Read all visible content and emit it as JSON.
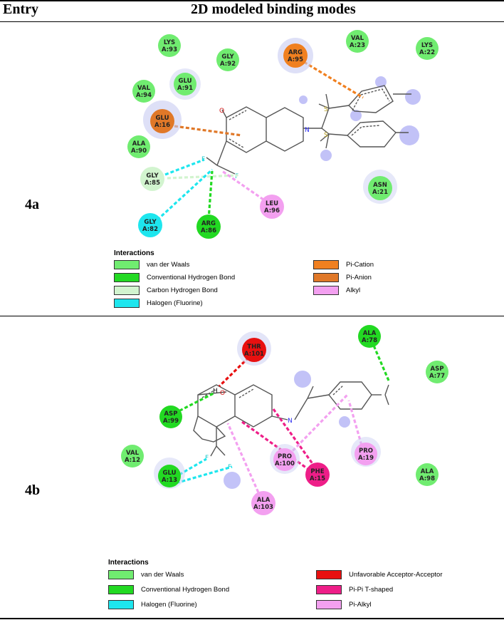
{
  "header": {
    "entry": "Entry",
    "modes": "2D modeled binding modes"
  },
  "colors": {
    "vdw": "#70ec70",
    "hbond": "#22d922",
    "carbon_hbond": "#d2f4cf",
    "halogen": "#1ee6ee",
    "pi_cation": "#f08020",
    "pi_anion": "#e07828",
    "alkyl": "#f3a0f0",
    "unfavorable": "#e81010",
    "pipi_t": "#ee1e88",
    "pi_alkyl": "#f3a0f0"
  },
  "entries": [
    {
      "label": "4a",
      "atoms": {
        "o_top": "O",
        "f1": "F",
        "f2": "F",
        "n": "N",
        "s1": "S",
        "s2": "S"
      },
      "residues": [
        {
          "id": "LYS A:93",
          "line1": "LYS",
          "line2": "A:93",
          "type": "vdw"
        },
        {
          "id": "GLY A:92",
          "line1": "GLY",
          "line2": "A:92",
          "type": "vdw"
        },
        {
          "id": "VAL A:23",
          "line1": "VAL",
          "line2": "A:23",
          "type": "vdw"
        },
        {
          "id": "LYS A:22",
          "line1": "LYS",
          "line2": "A:22",
          "type": "vdw"
        },
        {
          "id": "ARG A:95",
          "line1": "ARG",
          "line2": "A:95",
          "type": "pi_cation"
        },
        {
          "id": "GLU A:91",
          "line1": "GLU",
          "line2": "A:91",
          "type": "vdw"
        },
        {
          "id": "VAL A:94",
          "line1": "VAL",
          "line2": "A:94",
          "type": "vdw"
        },
        {
          "id": "GLU A:16",
          "line1": "GLU",
          "line2": "A:16",
          "type": "pi_anion"
        },
        {
          "id": "ALA A:90",
          "line1": "ALA",
          "line2": "A:90",
          "type": "vdw"
        },
        {
          "id": "GLY A:85",
          "line1": "GLY",
          "line2": "A:85",
          "type": "carbon_hbond"
        },
        {
          "id": "ASN A:21",
          "line1": "ASN",
          "line2": "A:21",
          "type": "vdw"
        },
        {
          "id": "LEU A:96",
          "line1": "LEU",
          "line2": "A:96",
          "type": "alkyl"
        },
        {
          "id": "GLY A:82",
          "line1": "GLY",
          "line2": "A:82",
          "type": "halogen"
        },
        {
          "id": "ARG A:86",
          "line1": "ARG",
          "line2": "A:86",
          "type": "hbond"
        }
      ],
      "legend": {
        "title": "Interactions",
        "items": [
          {
            "label": "van der Waals",
            "type": "vdw"
          },
          {
            "label": "Conventional Hydrogen Bond",
            "type": "hbond"
          },
          {
            "label": "Carbon Hydrogen Bond",
            "type": "carbon_hbond"
          },
          {
            "label": "Halogen (Fluorine)",
            "type": "halogen"
          },
          {
            "label": "Pi-Cation",
            "type": "pi_cation"
          },
          {
            "label": "Pi-Anion",
            "type": "pi_anion"
          },
          {
            "label": "Alkyl",
            "type": "alkyl"
          }
        ]
      }
    },
    {
      "label": "4b",
      "atoms": {
        "h": "H",
        "o": "O",
        "n": "N",
        "f1": "F",
        "f2": "F"
      },
      "residues": [
        {
          "id": "THR A:101",
          "line1": "THR",
          "line2": "A:101",
          "type": "unfavorable"
        },
        {
          "id": "ALA A:78",
          "line1": "ALA",
          "line2": "A:78",
          "type": "hbond"
        },
        {
          "id": "ASP A:77",
          "line1": "ASP",
          "line2": "A:77",
          "type": "vdw"
        },
        {
          "id": "ASP A:99",
          "line1": "ASP",
          "line2": "A:99",
          "type": "hbond"
        },
        {
          "id": "VAL A:12",
          "line1": "VAL",
          "line2": "A:12",
          "type": "vdw"
        },
        {
          "id": "PRO A:100",
          "line1": "PRO",
          "line2": "A:100",
          "type": "pi_alkyl"
        },
        {
          "id": "PHE A:15",
          "line1": "PHE",
          "line2": "A:15",
          "type": "pipi_t"
        },
        {
          "id": "PRO A:19",
          "line1": "PRO",
          "line2": "A:19",
          "type": "pi_alkyl"
        },
        {
          "id": "GLU A:13",
          "line1": "GLU",
          "line2": "A:13",
          "type": "hbond"
        },
        {
          "id": "ALA A:98",
          "line1": "ALA",
          "line2": "A:98",
          "type": "vdw"
        },
        {
          "id": "ALA A:103",
          "line1": "ALA",
          "line2": "A:103",
          "type": "pi_alkyl"
        }
      ],
      "legend": {
        "title": "Interactions",
        "items": [
          {
            "label": "van der Waals",
            "type": "vdw"
          },
          {
            "label": "Conventional Hydrogen Bond",
            "type": "hbond"
          },
          {
            "label": "Halogen (Fluorine)",
            "type": "halogen"
          },
          {
            "label": "Unfavorable Acceptor-Acceptor",
            "type": "unfavorable"
          },
          {
            "label": "Pi-Pi T-shaped",
            "type": "pipi_t"
          },
          {
            "label": "Pi-Alkyl",
            "type": "pi_alkyl"
          }
        ]
      }
    }
  ]
}
